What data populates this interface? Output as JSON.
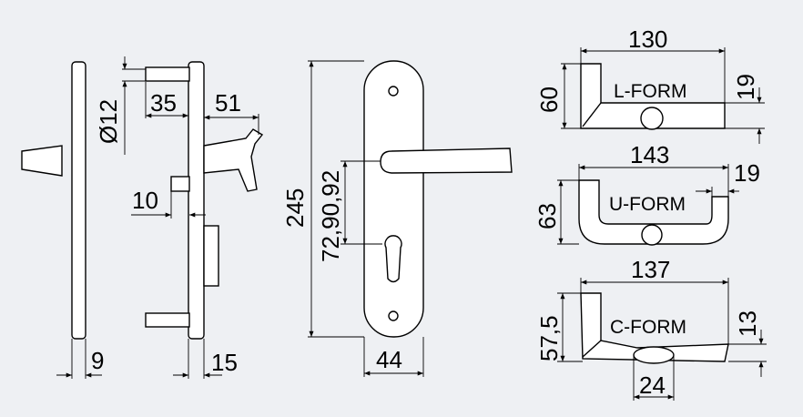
{
  "diagram": {
    "background": "#eef0f3",
    "line_color": "#000000",
    "side_view": {
      "dim_diameter": "Ø12",
      "dim_35": "35",
      "dim_51": "51",
      "dim_10": "10",
      "dim_9": "9",
      "dim_15": "15"
    },
    "front_view": {
      "dim_245": "245",
      "dim_spacing": "72,90,92",
      "dim_44": "44"
    },
    "l_form": {
      "label": "L-FORM",
      "width": "130",
      "height": "60",
      "offset": "19"
    },
    "u_form": {
      "label": "U-FORM",
      "width": "143",
      "height": "63",
      "offset": "19"
    },
    "c_form": {
      "label": "C-FORM",
      "width": "137",
      "height": "57,5",
      "offset": "13",
      "grip": "24"
    }
  }
}
